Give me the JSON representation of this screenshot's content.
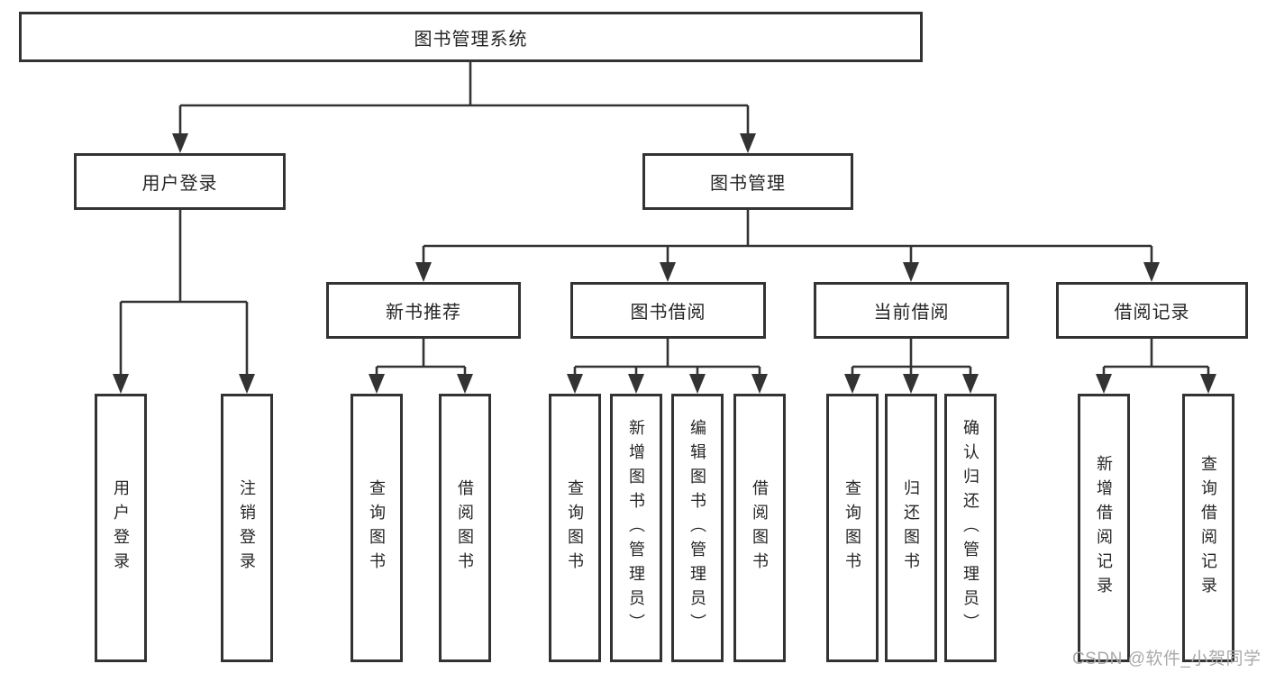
{
  "diagram_type": "functional-decomposition-tree",
  "colors": {
    "background": "#ffffff",
    "box_border": "#333333",
    "line": "#333333",
    "text": "#262626",
    "watermark": "#a9a9a9"
  },
  "tree": {
    "root": {
      "label": "图书管理系统",
      "children": [
        {
          "label": "用户登录",
          "children": [
            {
              "label": "用户登录"
            },
            {
              "label": "注销登录"
            }
          ]
        },
        {
          "label": "图书管理",
          "children": [
            {
              "label": "新书推荐",
              "children": [
                {
                  "label": "查询图书"
                },
                {
                  "label": "借阅图书"
                }
              ]
            },
            {
              "label": "图书借阅",
              "children": [
                {
                  "label": "查询图书"
                },
                {
                  "label": "新增图书（管理员）"
                },
                {
                  "label": "编辑图书（管理员）"
                },
                {
                  "label": "借阅图书"
                }
              ]
            },
            {
              "label": "当前借阅",
              "children": [
                {
                  "label": "查询图书"
                },
                {
                  "label": "归还图书"
                },
                {
                  "label": "确认归还（管理员）"
                }
              ]
            },
            {
              "label": "借阅记录",
              "children": [
                {
                  "label": "新增借阅记录"
                },
                {
                  "label": "查询借阅记录"
                }
              ]
            }
          ]
        }
      ]
    }
  },
  "watermark": {
    "text": "CSDN @软件_小贺同学"
  }
}
